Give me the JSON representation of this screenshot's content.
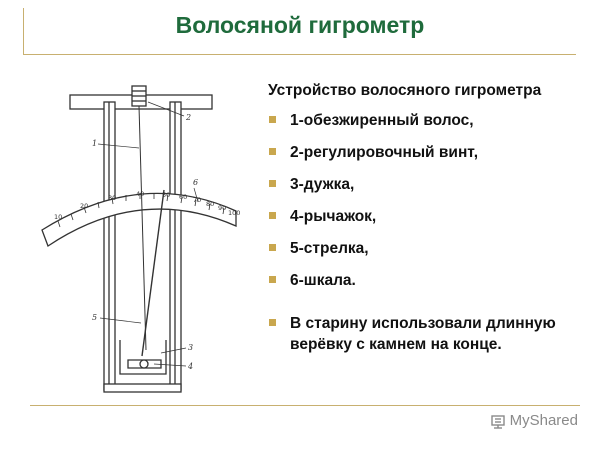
{
  "slide": {
    "title": "Волосяной гигрометр",
    "heading": "Устройство волосяного гигрометра",
    "items": [
      {
        "text": " 1-обезжиренный волос,"
      },
      {
        "text": " 2-регулировочный винт,"
      },
      {
        "text": " 3-дужка,"
      },
      {
        "text": "4-рычажок,"
      },
      {
        "text": "5-стрелка,"
      },
      {
        "text": "6-шкала."
      }
    ],
    "note": "В старину использовали длинную верёвку с камнем на конце."
  },
  "diagram": {
    "scale_labels": [
      "10",
      "20",
      "30",
      "40",
      "50",
      "60",
      "70",
      "80",
      "90",
      "100"
    ],
    "callouts": [
      "1",
      "2",
      "3",
      "4",
      "5",
      "6"
    ]
  },
  "logo": {
    "text": "MyShared"
  },
  "colors": {
    "title": "#1f6b3c",
    "bullet": "#c9a74e",
    "rule": "#c8b070"
  }
}
